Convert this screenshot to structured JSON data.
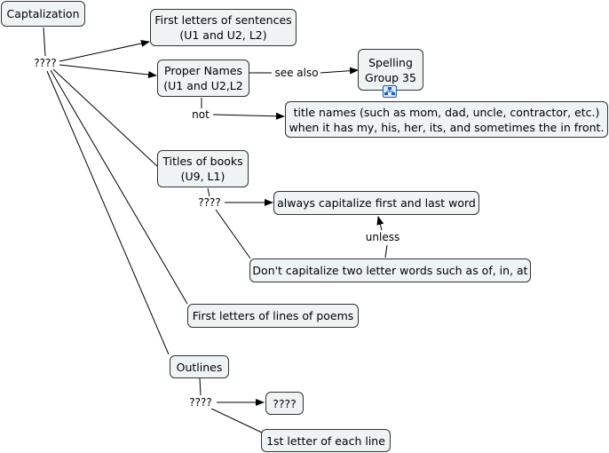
{
  "nodes": {
    "captalization": [
      "Captalization"
    ],
    "first_letters_sentences": [
      "First letters of sentences",
      "(U1 and U2, L2)"
    ],
    "proper_names": [
      "Proper Names",
      "(U1 and U2,L2"
    ],
    "spelling_group": [
      "Spelling",
      "Group 35"
    ],
    "title_names": [
      "title names (such as mom, dad, uncle, contractor, etc.)",
      "when it has my, his, her, its, and sometimes the in front."
    ],
    "titles_of_books": [
      "Titles of books",
      "(U9, L1)"
    ],
    "always_capitalize": [
      "always capitalize first and last word"
    ],
    "dont_capitalize": [
      "Don't capitalize two letter words such as of, in, at"
    ],
    "first_letters_poems": [
      "First letters of lines of poems"
    ],
    "outlines": [
      "Outlines"
    ],
    "unknown_box": [
      "????"
    ],
    "first_letter_each_line": [
      "1st letter of each line"
    ]
  },
  "links": {
    "root_q": "????",
    "see_also": "see also",
    "not": "not",
    "books_q": "????",
    "unless": "unless",
    "outlines_q": "????"
  },
  "icons": {
    "resource": "concept-map-resource-icon"
  },
  "colors": {
    "node_fill": "#eef3f4",
    "node_border": "#333333",
    "line": "#000000"
  }
}
